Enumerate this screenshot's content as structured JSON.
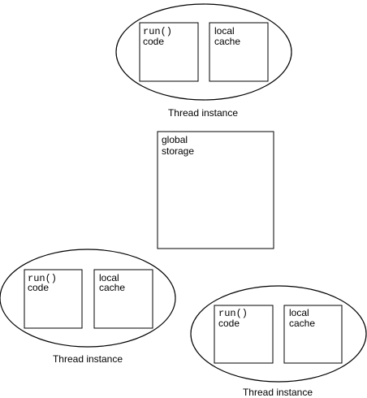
{
  "colors": {
    "stroke": "#000000",
    "background": "#ffffff"
  },
  "global_storage": {
    "line1": "global",
    "line2": "storage"
  },
  "threads": [
    {
      "caption": "Thread instance",
      "run_box": {
        "method": "run()",
        "line2": "code"
      },
      "cache_box": {
        "line1": "local",
        "line2": "cache"
      }
    },
    {
      "caption": "Thread instance",
      "run_box": {
        "method": "run()",
        "line2": "code"
      },
      "cache_box": {
        "line1": "local",
        "line2": "cache"
      }
    },
    {
      "caption": "Thread instance",
      "run_box": {
        "method": "run()",
        "line2": "code"
      },
      "cache_box": {
        "line1": "local",
        "line2": "cache"
      }
    }
  ]
}
